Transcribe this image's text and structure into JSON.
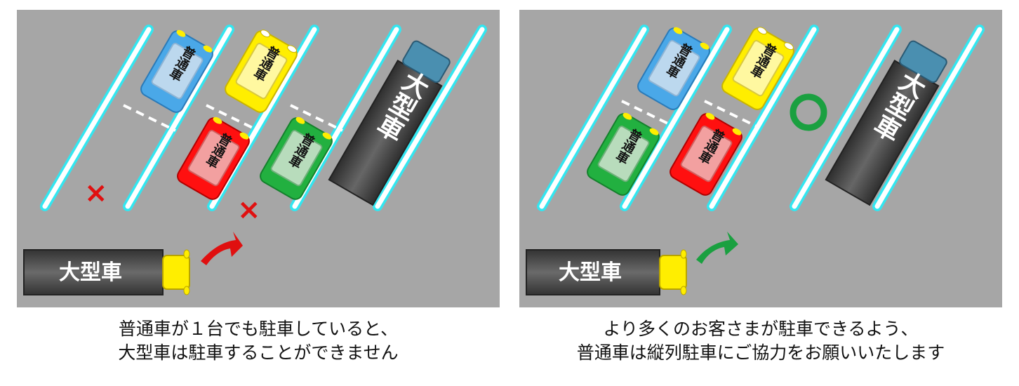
{
  "left_panel": {
    "car_label": "普通車",
    "truck_label": "大型車",
    "caption_line1": "普通車が１台でも駐車していると、",
    "caption_line2": "大型車は駐車することができません",
    "marks": [
      "×",
      "×"
    ]
  },
  "right_panel": {
    "car_label": "普通車",
    "truck_label": "大型車",
    "caption_line1": "より多くのお客さまが駐車できるよう、",
    "caption_line2": "普通車は縦列駐車にご協力をお願いいたします",
    "marks": [
      "○"
    ]
  },
  "colors": {
    "ground": "#a6a6a6",
    "line_outer": "#33e6f0",
    "line_inner": "#ffffff",
    "car_blue": "#4aa8e8",
    "car_yellow": "#ffee00",
    "car_red": "#ff1010",
    "car_green": "#22b040",
    "truck_body": "#444444",
    "arrow_red": "#e01010",
    "arrow_green": "#1aa040",
    "ok_mark": "#1aa040"
  }
}
